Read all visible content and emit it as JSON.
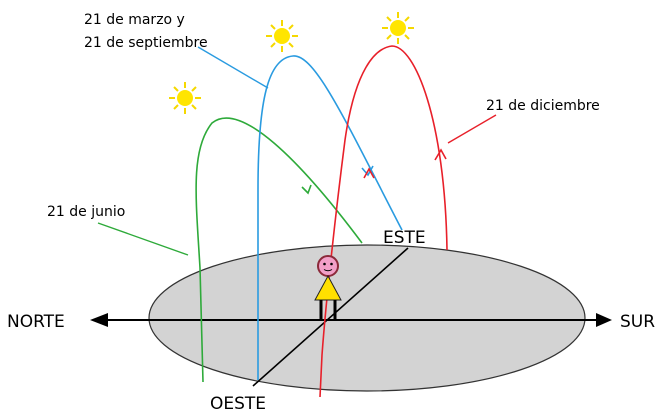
{
  "labels": {
    "march_sept_line1": "21 de marzo y",
    "march_sept_line2": "21 de septiembre",
    "december": "21 de diciembre",
    "june": "21 de junio",
    "east": "ESTE",
    "west": "OESTE",
    "north": "NORTE",
    "south": "SUR"
  },
  "paths": [
    {
      "id": "june",
      "color": "#2eaa3a"
    },
    {
      "id": "equinox",
      "color": "#2a9be0"
    },
    {
      "id": "december",
      "color": "#e8202a"
    }
  ],
  "colors": {
    "ground": "#d3d3d3",
    "sun": "#ffe500",
    "sun_rays": "#f5d800",
    "person_dress": "#ffe000",
    "person_face": "#f2a0c8"
  }
}
